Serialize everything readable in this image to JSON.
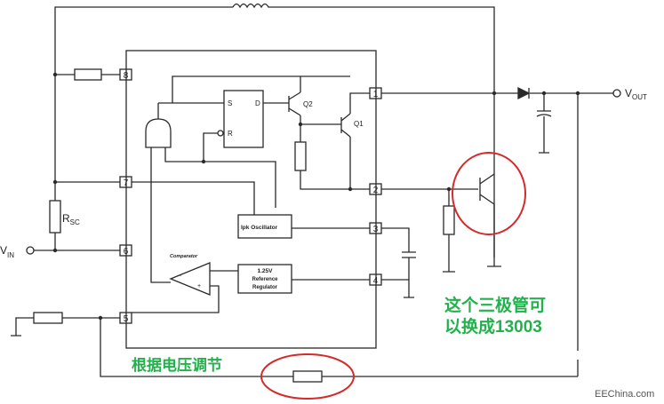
{
  "pins": {
    "p1": "1",
    "p2": "2",
    "p3": "3",
    "p4": "4",
    "p5": "5",
    "p6": "6",
    "p7": "7",
    "p8": "8"
  },
  "labels": {
    "flipflop_s": "S",
    "flipflop_d": "D",
    "flipflop_r": "R",
    "q2": "Q2",
    "q1": "Q1",
    "oscillator": "Ipk Oscillator",
    "comparator": "Comparator",
    "reference_line1": "1.25V",
    "reference_line2": "Reference",
    "reference_line3": "Regulator",
    "rsc_main": "R",
    "rsc_sub": "SC",
    "vin_main": "V",
    "vin_sub": "IN",
    "vout_main": "V",
    "vout_sub": "OUT"
  },
  "annotations": {
    "transistor_note_line1": "这个三极管可",
    "transistor_note_line2": "以换成13003",
    "resistor_note": "根据电压调节"
  },
  "watermark": "EEChina.com",
  "colors": {
    "wire": "#2a2a2a",
    "highlight": "#d42a2a",
    "note_green": "#22b14c"
  }
}
